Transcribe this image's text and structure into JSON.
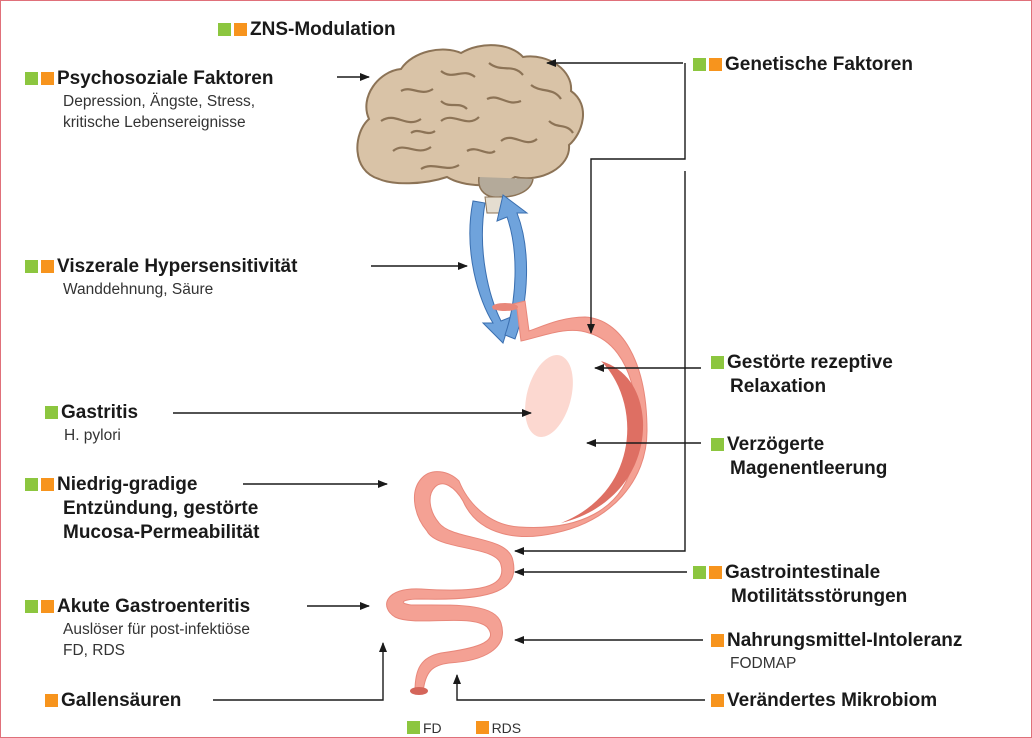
{
  "colors": {
    "fd": "#8cc63f",
    "rds": "#f7941d",
    "arrow": "#1a1a1a",
    "brain_axis": "#6fa3dc",
    "stomach": "#f4a194",
    "border": "#e0707a"
  },
  "labels": {
    "zns": {
      "title": "ZNS-Modulation",
      "markers": [
        "fd",
        "rds"
      ]
    },
    "psycho": {
      "title": "Psychosoziale Faktoren",
      "sub1": "Depression, Ängste, Stress,",
      "sub2": "kritische Lebensereignisse",
      "markers": [
        "fd",
        "rds"
      ]
    },
    "genetic": {
      "title": "Genetische Faktoren",
      "markers": [
        "fd",
        "rds"
      ]
    },
    "visceral": {
      "title": "Viszerale Hypersensitivität",
      "sub1": "Wanddehnung, Säure",
      "markers": [
        "fd",
        "rds"
      ]
    },
    "relax": {
      "title1": "Gestörte rezeptive",
      "title2": "Relaxation",
      "markers": [
        "fd"
      ]
    },
    "gastritis": {
      "title": "Gastritis",
      "sub1": "H. pylori",
      "markers": [
        "fd"
      ]
    },
    "delay": {
      "title1": "Verzögerte",
      "title2": "Magenentleerung",
      "markers": [
        "fd"
      ]
    },
    "inflam": {
      "title1": "Niedrig-gradige",
      "title2": "Entzündung, gestörte",
      "title3": "Mucosa-Permeabilität",
      "markers": [
        "fd",
        "rds"
      ]
    },
    "motility": {
      "title1": "Gastrointestinale",
      "title2": "Motilitätsstörungen",
      "markers": [
        "fd",
        "rds"
      ]
    },
    "acute": {
      "title": "Akute Gastroenteritis",
      "sub1": "Auslöser für post-infektiöse",
      "sub2": "FD, RDS",
      "markers": [
        "fd",
        "rds"
      ]
    },
    "food": {
      "title": "Nahrungsmittel-Intoleranz",
      "sub1": "FODMAP",
      "markers": [
        "rds"
      ]
    },
    "bile": {
      "title": "Gallensäuren",
      "markers": [
        "rds"
      ]
    },
    "microbiome": {
      "title": "Verändertes Mikrobiom",
      "markers": [
        "rds"
      ]
    }
  },
  "legend": {
    "fd": "FD",
    "rds": "RDS"
  }
}
